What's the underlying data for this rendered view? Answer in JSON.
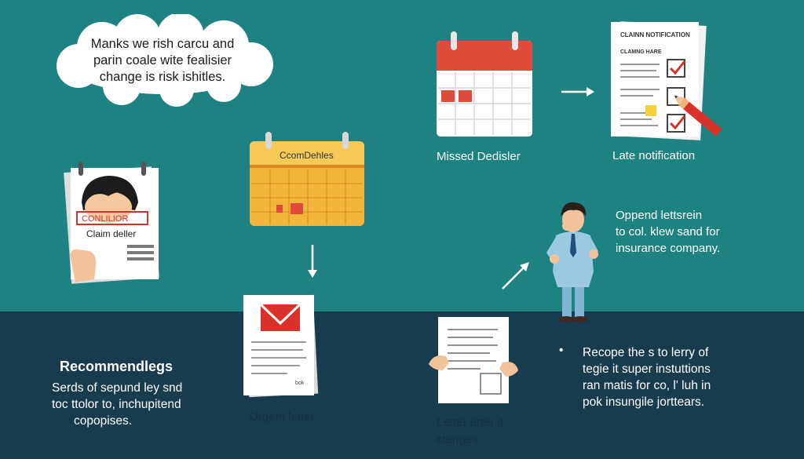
{
  "cloud": {
    "line1": "Manks we rish carcu and",
    "line2": "parin coale wite fealisier",
    "line3": "change is risk  ishitles."
  },
  "calendar_left": {
    "header": "CcomDehles"
  },
  "claim_sheet": {
    "stamp": "CONLILIOR",
    "label": "Claim deller"
  },
  "missed_deadline": {
    "caption": "Missed Dedisler"
  },
  "notification_doc": {
    "title": "CLAINN NOTIFICATION",
    "subtitle": "CLAMNG HARE",
    "caption": "Late notification"
  },
  "person_text": {
    "line1": "Oppend lettsrein",
    "line2": "to col. klew sand for",
    "line3": "insurance company."
  },
  "urgent_letter": {
    "footnote": "bok",
    "caption": "Urgent letter"
  },
  "letter_changes": {
    "line1": "Letter erter it",
    "line2": "ctanges."
  },
  "recommendations": {
    "heading": "Recommendlegs",
    "line1": "Serds of sepund ley snd",
    "line2": "toc ttolor to, inchupitend",
    "line3": "copopises."
  },
  "bullet": {
    "symbol": "•",
    "line1": "Recope the s to lerry of",
    "line2": "tegie it super instuttions",
    "line3": "ran matis for co, l' luh in",
    "line4": "pok insungile jorttears."
  },
  "colors": {
    "teal": "#1e8283",
    "navy": "#173b4f",
    "calendar_red": "#e04c3c",
    "calendar_yellow": "#f3b63a",
    "check_red": "#c9362c"
  }
}
